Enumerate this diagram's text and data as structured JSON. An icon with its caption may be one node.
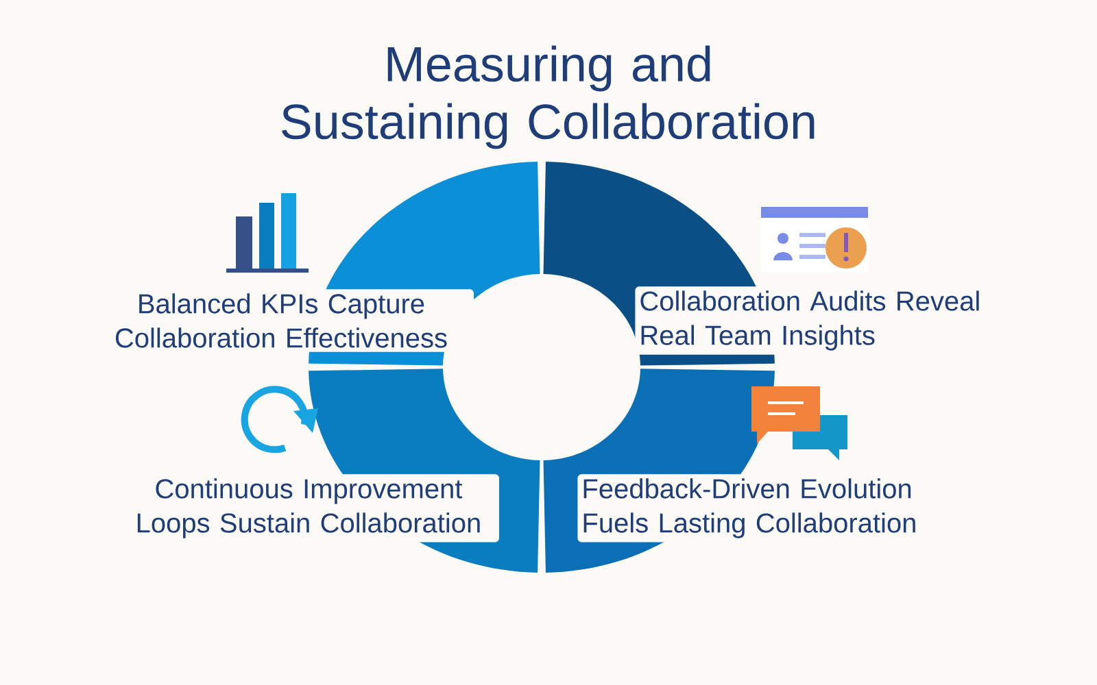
{
  "diagram": {
    "title": "Measuring and Sustaining Collaboration",
    "labels": [
      "Balanced KPIs Capture Collaboration Effectiveness",
      "Collaboration Audits Reveal Real Team Insights",
      "Continuous Improvement Loops Sustain Collaboration",
      "Feedback-Driven Evolution Fuels Lasting Collaboration"
    ]
  }
}
